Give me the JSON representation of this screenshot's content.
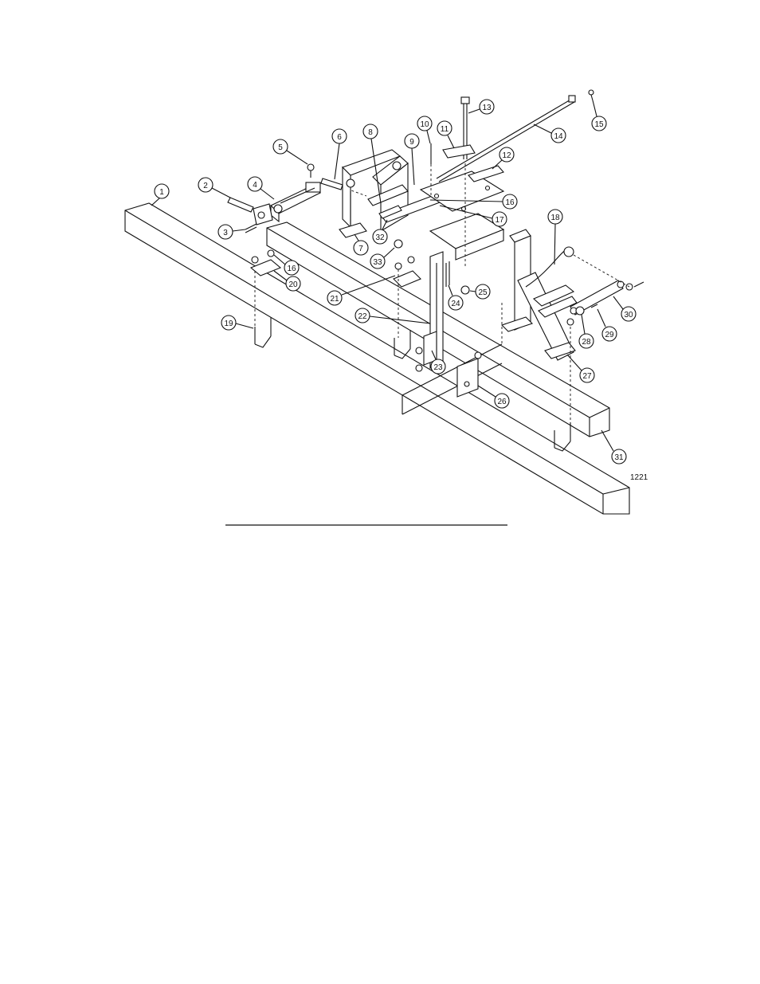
{
  "figure": {
    "id_label": "1221",
    "callouts": [
      "1",
      "2",
      "3",
      "4",
      "5",
      "6",
      "7",
      "8",
      "9",
      "10",
      "11",
      "12",
      "13",
      "14",
      "15",
      "16",
      "16",
      "17",
      "18",
      "19",
      "20",
      "21",
      "22",
      "23",
      "24",
      "25",
      "26",
      "27",
      "28",
      "29",
      "30",
      "31",
      "32",
      "33"
    ]
  }
}
